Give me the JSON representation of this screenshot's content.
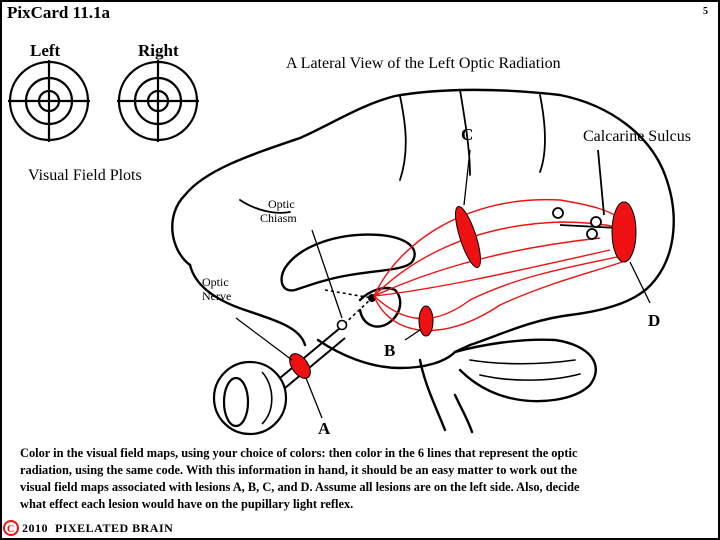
{
  "card": {
    "title": "PixCard 11.1a",
    "page_number": "5"
  },
  "visual_fields": {
    "left_label": "Left",
    "right_label": "Right",
    "caption": "Visual Field Plots"
  },
  "diagram": {
    "heading": "A Lateral View of the Left Optic Radiation",
    "labels": {
      "optic_chiasm_line1": "Optic",
      "optic_chiasm_line2": "Chiasm",
      "optic_nerve_line1": "Optic",
      "optic_nerve_line2": "Nerve",
      "calcarine_sulcus": "Calcarine Sulcus"
    },
    "lesions": {
      "a": "A",
      "b": "B",
      "c": "C",
      "d": "D"
    },
    "colors": {
      "lesion": "#ee1111",
      "radiation": "#ee1111",
      "outline": "#000000"
    }
  },
  "instructions": {
    "line1": "Color in the visual field maps, using your choice of colors: then color in the 6 lines that represent the optic",
    "line2": "radiation, using the same code. With this information in hand, it should be an easy matter to work out the",
    "line3": "visual field maps associated with lesions A, B, C, and D. Assume all lesions are on the left side. Also, decide",
    "line4": "what effect each lesion would have on the pupillary light reflex."
  },
  "footer": {
    "copyright_symbol": "C",
    "copyright_text": "2010  PIXELATED BRAIN"
  }
}
